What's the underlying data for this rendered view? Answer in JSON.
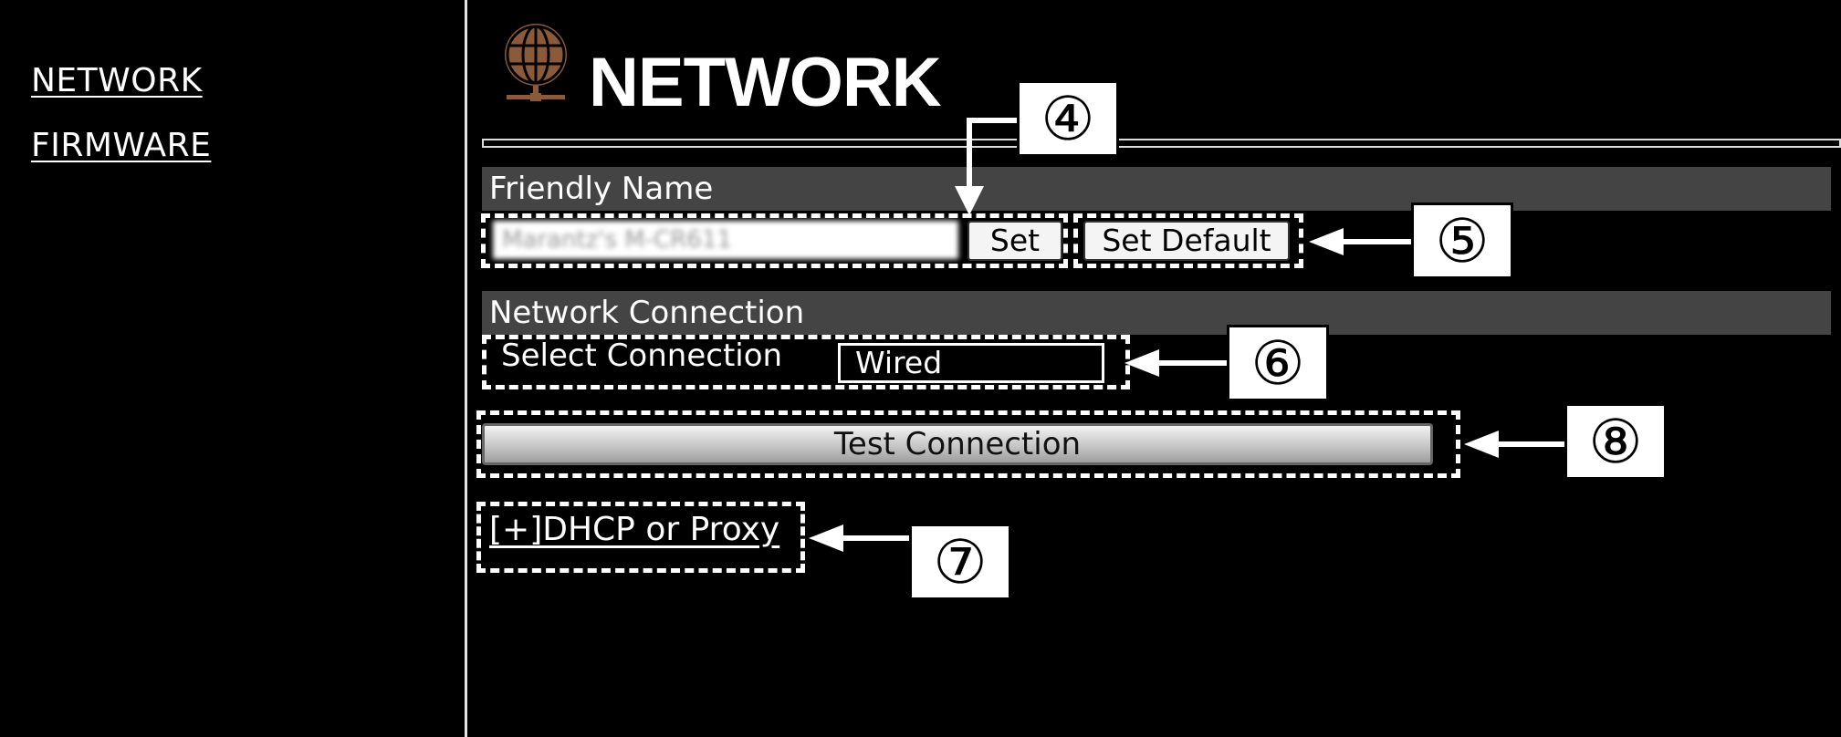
{
  "sidebar": {
    "items": [
      {
        "label": "NETWORK"
      },
      {
        "label": "FIRMWARE"
      }
    ]
  },
  "header": {
    "icon": "globe-network-icon",
    "icon_color": "#8a5a3a",
    "title": "NETWORK"
  },
  "friendly_name": {
    "section_label": "Friendly Name",
    "value": "Marantz's M-CR611",
    "set_label": "Set",
    "set_default_label": "Set Default"
  },
  "network_connection": {
    "section_label": "Network Connection",
    "select_label": "Select Connection",
    "select_value": "Wired",
    "test_button_label": "Test Connection",
    "dhcp_link_label": "[+]DHCP or Proxy"
  },
  "callouts": {
    "c4": "④",
    "c5": "⑤",
    "c6": "⑥",
    "c7": "⑦",
    "c8": "⑧"
  },
  "colors": {
    "background": "#000000",
    "section_bar": "#444444",
    "text": "#ffffff"
  }
}
